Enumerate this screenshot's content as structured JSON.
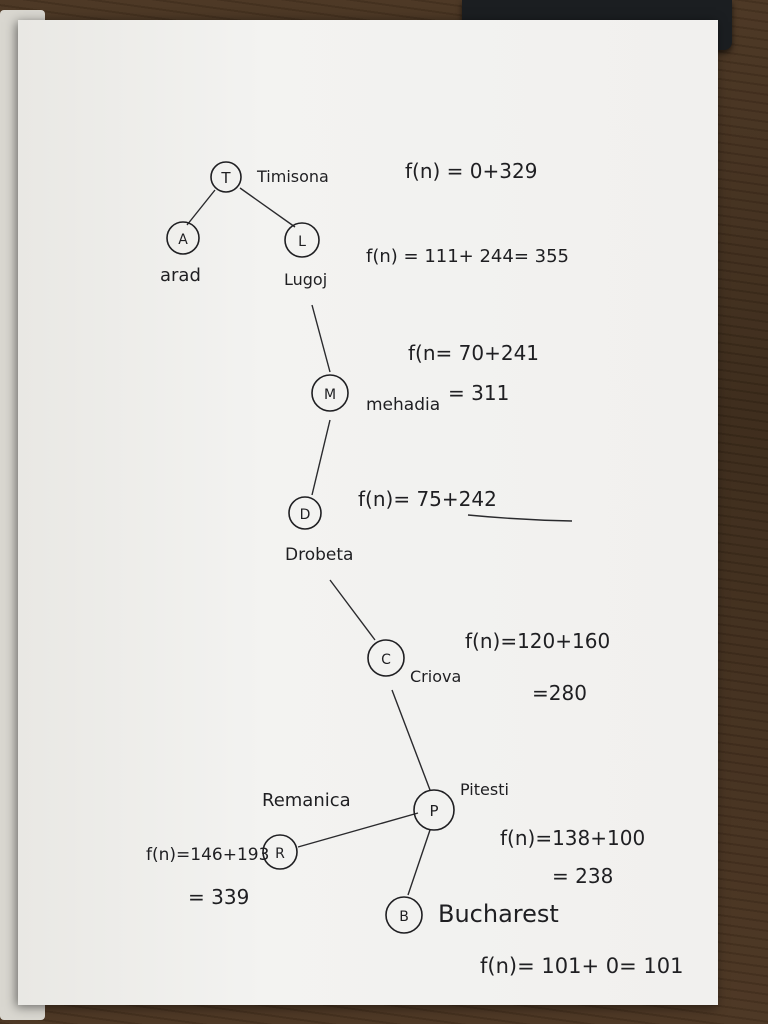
{
  "nodes": [
    {
      "id": "T",
      "letter": "T",
      "name": "Timisona"
    },
    {
      "id": "A",
      "letter": "A",
      "name": "arad"
    },
    {
      "id": "L",
      "letter": "L",
      "name": "Lugoj"
    },
    {
      "id": "M",
      "letter": "M",
      "name": "mehadia"
    },
    {
      "id": "D",
      "letter": "D",
      "name": "Drobeta"
    },
    {
      "id": "C",
      "letter": "C",
      "name": "Criova"
    },
    {
      "id": "P",
      "letter": "P",
      "name": "Pitesti"
    },
    {
      "id": "R",
      "letter": "R",
      "name": "Remanica"
    },
    {
      "id": "B",
      "letter": "B",
      "name": "Bucharest"
    }
  ],
  "formulas": {
    "T": "f(n) = 0+329",
    "L": "f(n) = 111+ 244= 355",
    "M1": "f(n= 70+241",
    "M2": "= 311",
    "D": "f(n)= 75+242",
    "C1": "f(n)=120+160",
    "C2": "=280",
    "P1": "f(n)=138+100",
    "P2": "= 238",
    "R1": "f(n)=146+193",
    "R2": "= 339",
    "B": "f(n)= 101+ 0= 101"
  }
}
